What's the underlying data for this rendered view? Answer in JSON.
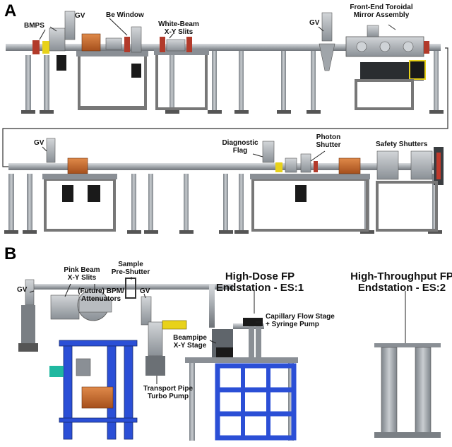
{
  "panels": {
    "a": "A",
    "b": "B"
  },
  "panel_a_row1": {
    "bmps": "BMPS",
    "gv1": "GV",
    "be_window": "Be Window",
    "wb_slits_l1": "White-Beam",
    "wb_slits_l2": "X-Y Slits",
    "gv2": "GV",
    "toroidal_l1": "Front-End Toroidal",
    "toroidal_l2": "Mirror Assembly"
  },
  "panel_a_row2": {
    "gv": "GV",
    "diag_l1": "Diagnostic",
    "diag_l2": "Flag",
    "photon_l1": "Photon",
    "photon_l2": "Shutter",
    "safety": "Safety Shutters"
  },
  "panel_b": {
    "gv1": "GV",
    "pink_l1": "Pink Beam",
    "pink_l2": "X-Y Slits",
    "bpm_l1": "(Future) BPM/",
    "bpm_l2": "Attenuators",
    "sample_l1": "Sample",
    "sample_l2": "Pre-Shutter",
    "gv2": "GV",
    "hd_l1": "High-Dose FP",
    "hd_l2": "Endstation - ES:1",
    "ht_l1": "High-Throughput FP",
    "ht_l2": "Endstation - ES:2",
    "cap_l1": "Capillary Flow Stage",
    "cap_l2": "+ Syringe Pump",
    "bp_l1": "Beampipe",
    "bp_l2": "X-Y Stage",
    "tp_l1": "Transport Pipe",
    "tp_l2": "Turbo Pump"
  },
  "colors": {
    "metal": "#9aa0a6",
    "metal_dark": "#5f656b",
    "copper": "#c8662a",
    "yellow": "#e8d21a",
    "red": "#c0392b",
    "blue": "#2b4fd6",
    "black": "#1a1a1a",
    "teal": "#20b8a0"
  }
}
